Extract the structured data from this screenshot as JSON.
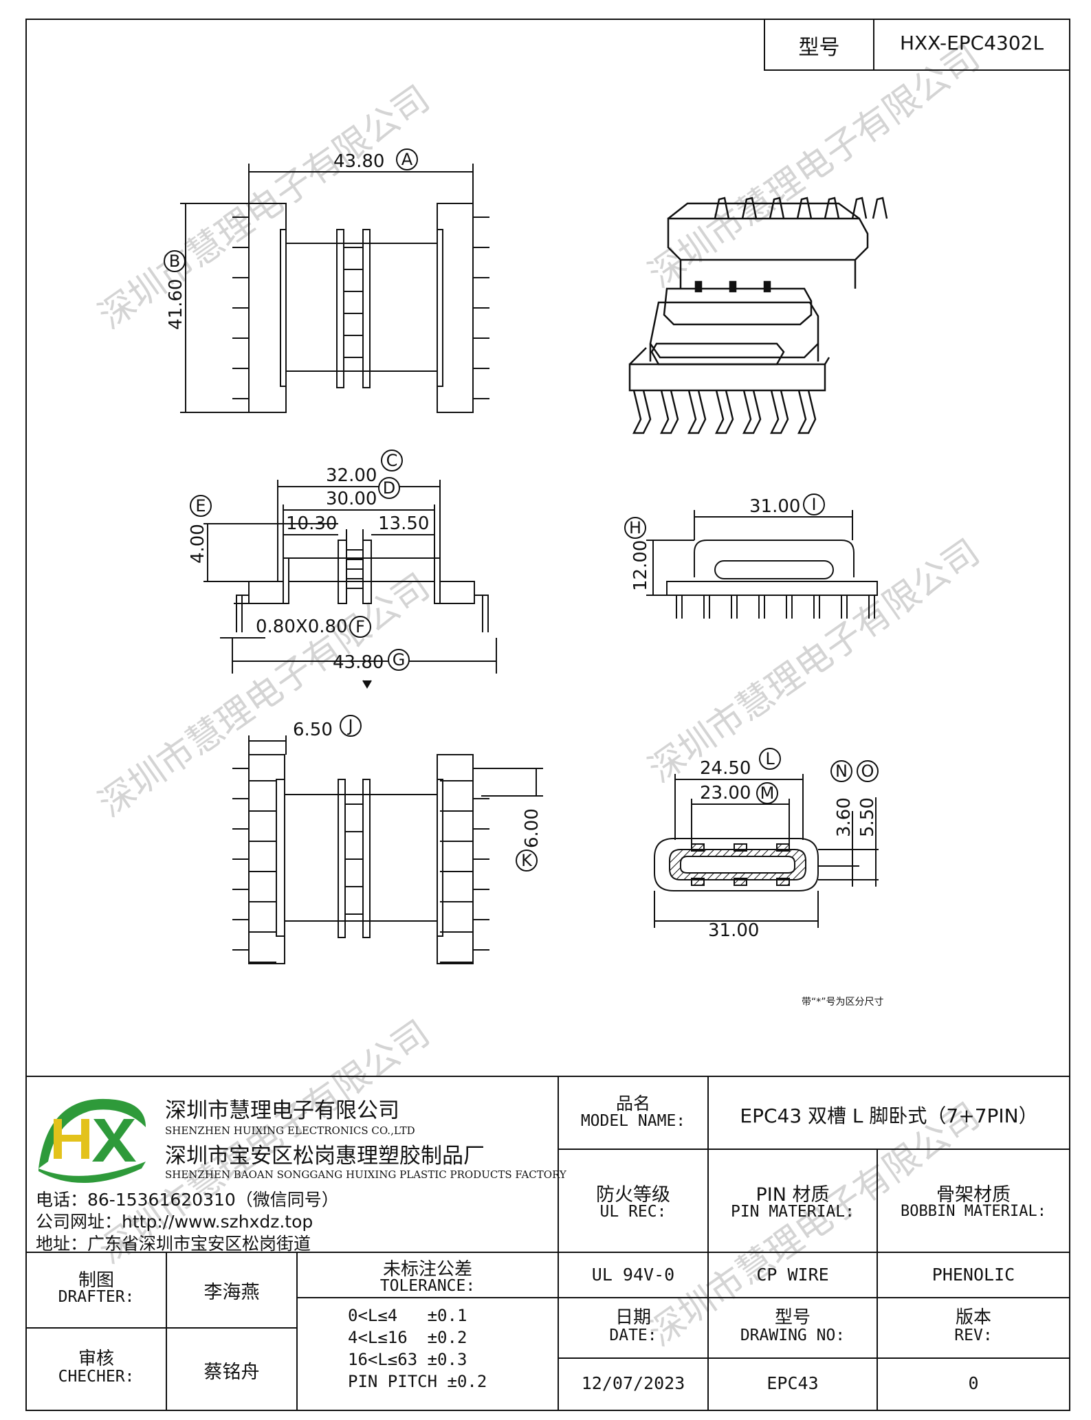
{
  "header": {
    "model_label": "型号",
    "model_value": "HXX-EPC4302L"
  },
  "dimensions": {
    "a": "43.80",
    "b": "41.60",
    "c": "32.00",
    "d": "30.00",
    "d_left": "10.30",
    "d_right": "13.50",
    "e": "4.00",
    "f": "0.80X0.80",
    "g": "43.80",
    "h": "12.00",
    "i": "31.00",
    "j": "6.50",
    "k": "6.00",
    "l": "24.50",
    "m": "23.00",
    "n": "3.60",
    "o": "5.50",
    "bottom_width": "31.00"
  },
  "dimension_tags": [
    "A",
    "B",
    "C",
    "D",
    "E",
    "F",
    "G",
    "H",
    "I",
    "J",
    "K",
    "L",
    "M",
    "N",
    "O"
  ],
  "note": "带“*”号为区分尺寸",
  "watermark": "深圳市慧理电子有限公司",
  "company": {
    "name_cn": "深圳市慧理电子有限公司",
    "name_en": "SHENZHEN HUIXING ELECTRONICS CO.,LTD",
    "factory_cn": "深圳市宝安区松岗惠理塑胶制品厂",
    "factory_en": "SHENZHEN BAOAN SONGGANG HUIXING PLASTIC PRODUCTS FACTORY",
    "phone": "电话：86-15361620310（微信同号）",
    "website": "公司网址：http://www.szhxdz.top",
    "address": "地址：广东省深圳市宝安区松岗街道",
    "logo_letters": "HX",
    "logo_green": "#2e9a3a",
    "logo_yellow": "#e3c21b"
  },
  "title_block": {
    "model_name_cn": "品名",
    "model_name_en": "MODEL NAME:",
    "model_name_value": "EPC43 双槽 L 脚卧式（7+7PIN）",
    "ul_rec_cn": "防火等级",
    "ul_rec_en": "UL REC:",
    "pin_material_cn": "PIN 材质",
    "pin_material_en": "PIN MATERIAL:",
    "bobbin_material_cn": "骨架材质",
    "bobbin_material_en": "BOBBIN MATERIAL:",
    "ul_value": "UL 94V-0",
    "pin_value": "CP WIRE",
    "bobbin_value": "PHENOLIC",
    "drafter_cn": "制图",
    "drafter_en": "DRAFTER:",
    "drafter_name": "李海燕",
    "checker_cn": "审核",
    "checker_en": "CHECHER:",
    "checker_name": "蔡铭舟",
    "tolerance_cn": "未标注公差",
    "tolerance_en": "TOLERANCE:",
    "tolerances": [
      "0<L≤4   ±0.1",
      "4<L≤16  ±0.2",
      "16<L≤63 ±0.3",
      "PIN PITCH ±0.2"
    ],
    "date_cn": "日期",
    "date_en": "DATE:",
    "date_value": "12/07/2023",
    "drawing_no_cn": "型号",
    "drawing_no_en": "DRAWING NO:",
    "drawing_no_value": "EPC43",
    "rev_cn": "版本",
    "rev_en": "REV:",
    "rev_value": "0"
  }
}
